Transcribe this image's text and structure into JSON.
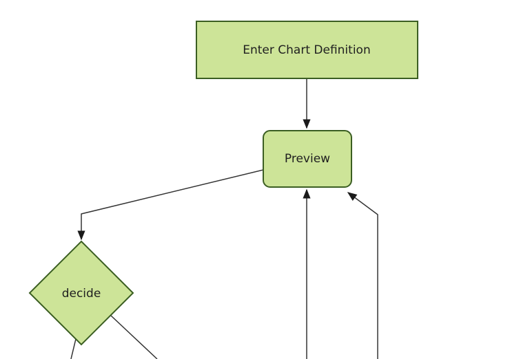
{
  "diagram": {
    "type": "flowchart",
    "direction": "top-down",
    "theme": {
      "background": "#ffffff",
      "node_fill": "#cde498",
      "node_border": "#3b5e22",
      "edge_color": "#333333",
      "arrow_fill": "#1a1a1a",
      "text_color": "#1f1f1f"
    },
    "nodes": [
      {
        "id": "A",
        "label": "Enter Chart Definition",
        "shape": "rectangle"
      },
      {
        "id": "B",
        "label": "Preview",
        "shape": "rounded-rectangle"
      },
      {
        "id": "C",
        "label": "decide",
        "shape": "diamond"
      }
    ],
    "edges": [
      {
        "from": "A",
        "to": "B",
        "arrow": true
      },
      {
        "from": "B",
        "to": "C",
        "arrow": true
      },
      {
        "from": "offscreen-bottom",
        "to": "B",
        "arrow": true
      },
      {
        "from": "offscreen-bottom-right",
        "to": "B",
        "arrow": true
      },
      {
        "from": "C",
        "to": "offscreen-bottom-left",
        "arrow": false
      },
      {
        "from": "C",
        "to": "offscreen-bottom-right",
        "arrow": false
      }
    ]
  }
}
